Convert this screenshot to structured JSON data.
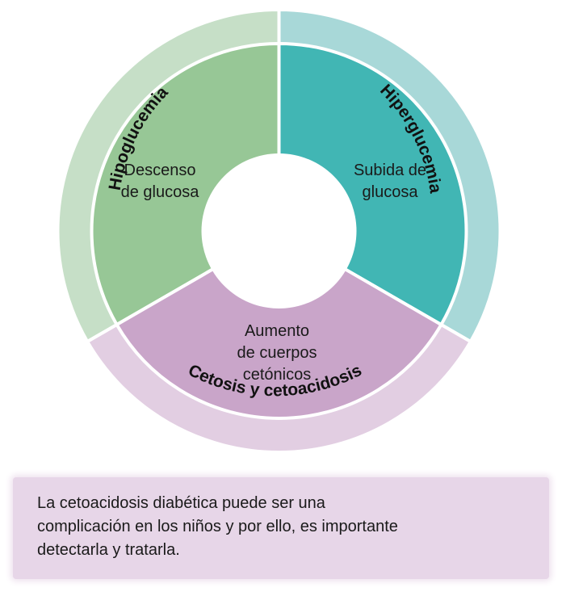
{
  "colors": {
    "hypo_outer": "#c6dfc7",
    "hypo_inner": "#97c796",
    "hyper_outer": "#a8d8d8",
    "hyper_inner": "#41b6b4",
    "keto_outer": "#e2cee2",
    "keto_inner": "#c9a5c9",
    "note_bg": "#e7d6e8"
  },
  "segments": {
    "hypo": {
      "ring_label": "Hipoglucemia",
      "inner_line1": "Descenso",
      "inner_line2": "de glucosa"
    },
    "hyper": {
      "ring_label": "Hiperglucemia",
      "inner_line1": "Subida de",
      "inner_line2": "glucosa"
    },
    "keto": {
      "ring_label": "Cetosis y cetoacidosis",
      "inner_line1": "Aumento",
      "inner_line2": "de cuerpos",
      "inner_line3": "cetónicos"
    }
  },
  "note": {
    "line1": "La cetoacidosis diabética puede ser una",
    "line2": "complicación en los niños y por ello, es importante",
    "line3": "detectarla y tratarla."
  }
}
